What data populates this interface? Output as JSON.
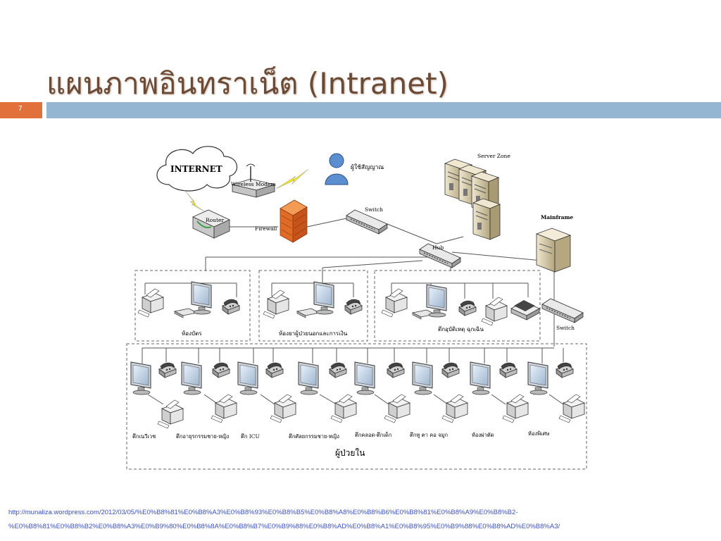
{
  "slide": {
    "title": "แผนภาพอินทราเน็ต (Intranet)",
    "number": "7"
  },
  "diagram": {
    "internet": "INTERNET",
    "wireless_modem": "Wireless Modem",
    "licensed_user": "ผู้ใช้สัญญาณ",
    "router": "Router",
    "firewall": "Firewall",
    "switch_top": "Switch",
    "server_zone": "Server Zone",
    "mainframe": "Mainframe",
    "hub": "Hub",
    "switch_right": "Switch",
    "dept_1": "ห้องบัตร",
    "dept_2": "ห้องยาผู้ป่วยนอกและการเงิน",
    "dept_3": "ตึกอุบัติเหตุ ฉุกเฉิน",
    "wards": [
      "ตึกเนวีเวช",
      "ตึกอายุรกรรมชาย-หญิง",
      "ตึก ICU",
      "ตึกศัลยกรรมชาย-หญิง",
      "ตึกคลอด-ตึกเด็ก",
      "ตึกหู ตา คอ จมูก",
      "ห้องผ่าตัด",
      "ห้องพิเศษ"
    ],
    "inpatient": "ผู้ป่วยใน"
  },
  "source": {
    "line1": "http://munaliza.wordpress.com/2012/03/05/%E0%B8%81%E0%B8%A3%E0%B8%93%E0%B8%B5%E0%B8%A8%E0%B8%B6%E0%B8%81%E0%B8%A9%E0%B8%B2-",
    "line2": "%E0%B8%81%E0%B8%B2%E0%B8%A3%E0%B9%80%E0%B8%8A%E0%B8%B7%E0%B9%88%E0%B8%AD%E0%B8%A1%E0%B8%95%E0%B9%88%E0%B8%AD%E0%B8%A3/"
  }
}
